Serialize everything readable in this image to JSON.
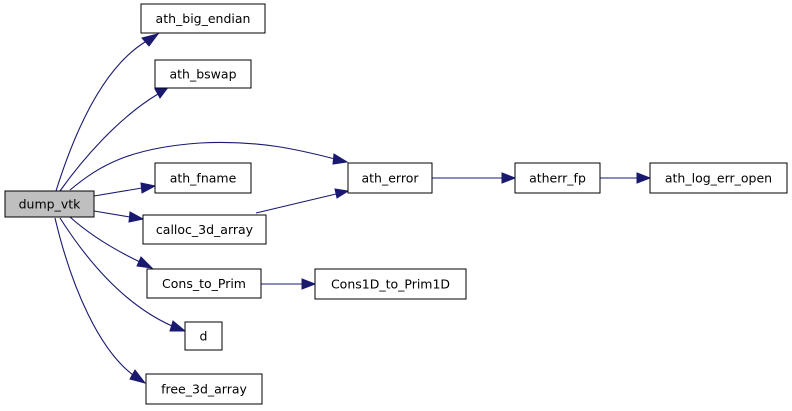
{
  "nodes": {
    "dump_vtk": "dump_vtk",
    "ath_big_endian": "ath_big_endian",
    "ath_bswap": "ath_bswap",
    "ath_error": "ath_error",
    "ath_fname": "ath_fname",
    "calloc_3d_array": "calloc_3d_array",
    "cons_to_prim": "Cons_to_Prim",
    "d": "d",
    "free_3d_array": "free_3d_array",
    "atherr_fp": "atherr_fp",
    "ath_log_err_open": "ath_log_err_open",
    "cons1d_to_prim1d": "Cons1D_to_Prim1D"
  },
  "colors": {
    "root_fill": "#bfbfbf",
    "node_fill": "#ffffff",
    "edge": "#191970"
  }
}
